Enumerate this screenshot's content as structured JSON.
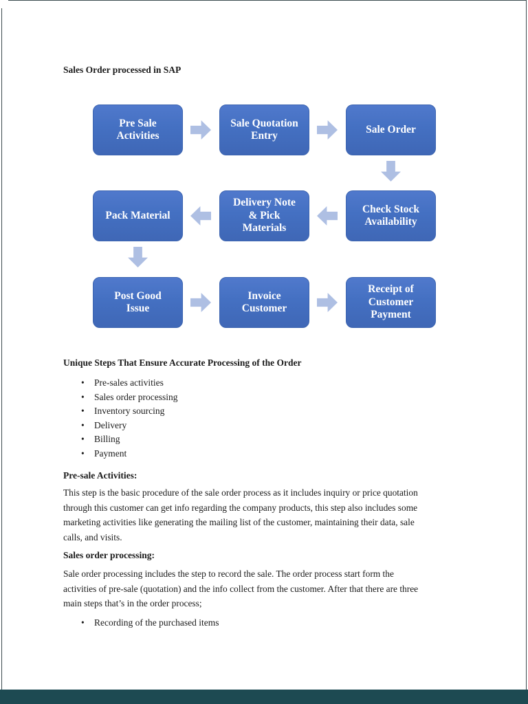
{
  "document": {
    "title": "Sales Order processed in SAP"
  },
  "colors": {
    "flow_box_fill": "#4470C2",
    "flow_arrow_fill": "#AEBFE3",
    "flow_text": "#FFFFFF",
    "viewer_band": "#1D4A52"
  },
  "flowchart": {
    "boxes": [
      {
        "label": "Pre Sale\nActivities"
      },
      {
        "label": "Sale Quotation\nEntry"
      },
      {
        "label": "Sale Order"
      },
      {
        "label": "Pack Material"
      },
      {
        "label": "Delivery Note\n& Pick\nMaterials"
      },
      {
        "label": "Check Stock\nAvailability"
      },
      {
        "label": "Post Good\nIssue"
      },
      {
        "label": "Invoice\nCustomer"
      },
      {
        "label": "Receipt of\nCustomer\nPayment"
      }
    ]
  },
  "sections": {
    "unique_steps": {
      "heading": "Unique Steps That Ensure Accurate Processing of the Order",
      "bullets": [
        "Pre-sales activities",
        "Sales order processing",
        "Inventory sourcing",
        "Delivery",
        "Billing",
        "Payment"
      ]
    },
    "pre_sale": {
      "heading": "Pre-sale Activities:",
      "body": "This step is the basic procedure of the sale order process as it includes inquiry or price quotation\nthrough this customer can get info regarding the company products, this step also includes some\nmarketing activities like generating the mailing list of the customer, maintaining their data, sale\ncalls, and visits."
    },
    "sales_order": {
      "heading": "Sales order processing:",
      "body": "Sale order processing includes the step to record the sale. The order process start form the\nactivities of pre-sale (quotation) and the info collect from the customer. After that there are three\nmain steps that’s in the order process;",
      "bullets": [
        "Recording of the purchased items"
      ]
    }
  }
}
